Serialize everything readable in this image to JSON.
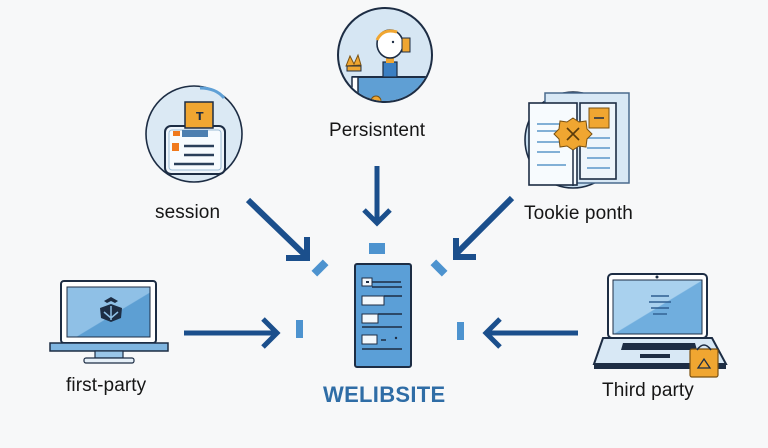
{
  "diagram": {
    "title": "Cookie types flowing to a website",
    "center": {
      "label": "WELIBSITE",
      "icon": "web-page-document-icon"
    },
    "nodes": [
      {
        "id": "persistent",
        "label": "Persisntent",
        "icon": "person-at-desk-icon",
        "position": "top"
      },
      {
        "id": "session",
        "label": "session",
        "icon": "session-document-icon",
        "position": "top-left"
      },
      {
        "id": "tookie-ponth",
        "label": "Tookie ponth",
        "icon": "cookie-documents-icon",
        "position": "top-right"
      },
      {
        "id": "first-party",
        "label": "first-party",
        "icon": "desktop-monitor-icon",
        "position": "left"
      },
      {
        "id": "third-party",
        "label": "Third party",
        "icon": "laptop-with-bag-icon",
        "position": "right"
      }
    ],
    "edges": [
      {
        "from": "session",
        "to": "center"
      },
      {
        "from": "persistent",
        "to": "center"
      },
      {
        "from": "tookie-ponth",
        "to": "center"
      },
      {
        "from": "first-party",
        "to": "center"
      },
      {
        "from": "third-party",
        "to": "center"
      }
    ],
    "colors": {
      "arrow": "#1b4f8c",
      "accent_light_blue": "#4d93cf",
      "icon_circle_fill": "#d6e6f3",
      "orange": "#f0a631",
      "site_text": "#2f6da6",
      "background": "#f7f8f9"
    }
  }
}
